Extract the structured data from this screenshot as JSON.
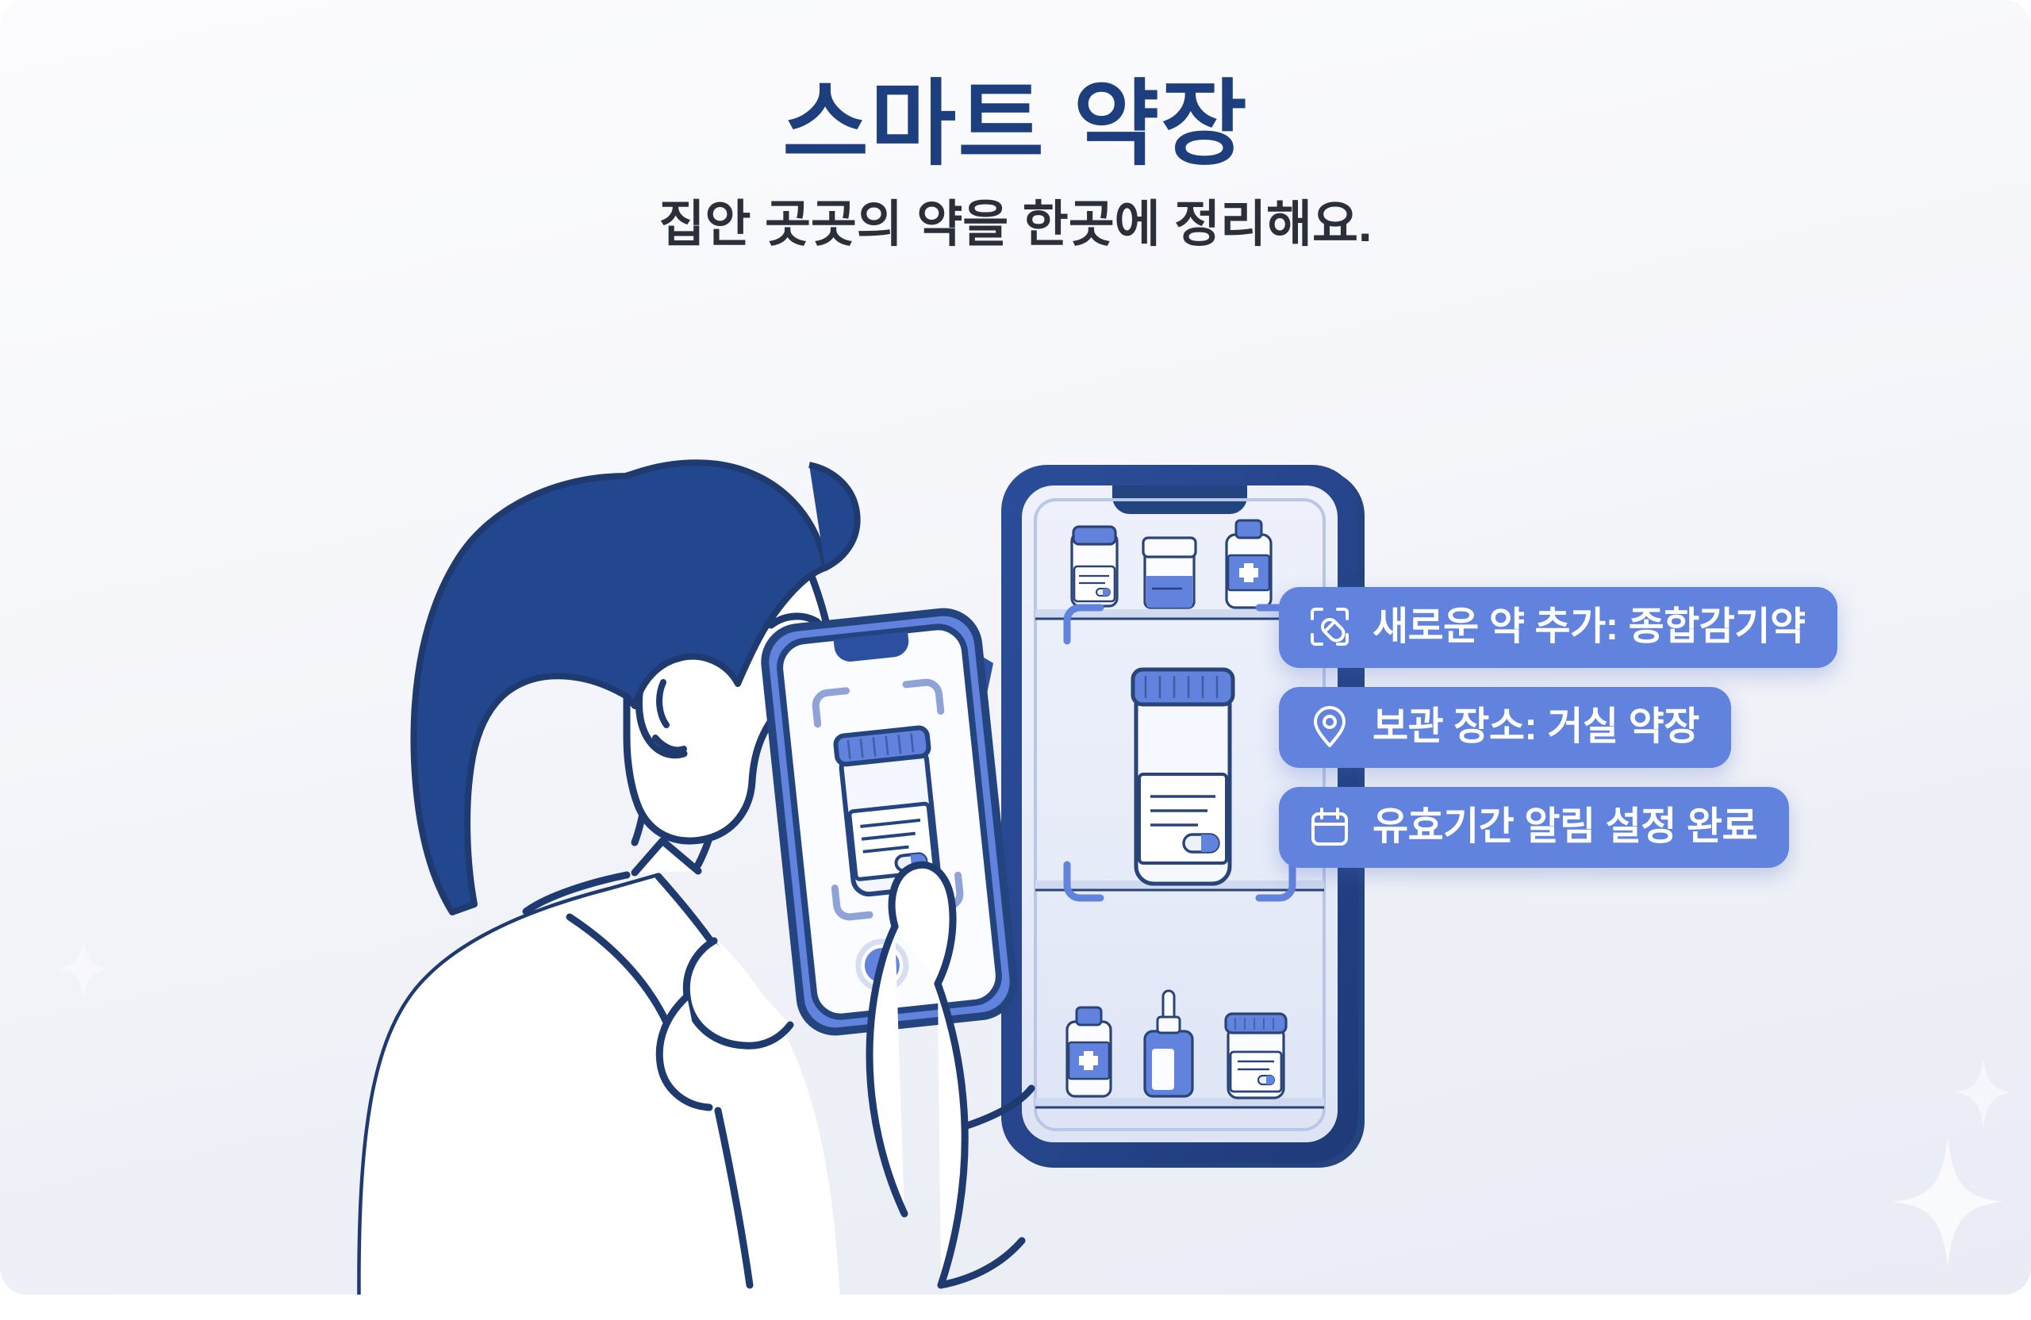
{
  "header": {
    "title": "스마트 약장",
    "subtitle": "집안 곳곳의 약을 한곳에 정리해요.",
    "title_color": "#1e3f7d",
    "subtitle_color": "#2a2f3a"
  },
  "theme": {
    "background": "#ffffff",
    "card_background": "#eef0f7",
    "accent_blue": "#6182dd",
    "line_navy": "#1f3a6e",
    "hair_navy": "#23478f",
    "bottle_blue": "#5f7ed8"
  },
  "badges": [
    {
      "icon": "scan-pill-icon",
      "label": "새로운 약 추가: 종합감기약",
      "color": "#6182dd"
    },
    {
      "icon": "location-pin-icon",
      "label": "보관 장소: 거실 약장",
      "color": "#6182dd"
    },
    {
      "icon": "calendar-icon",
      "label": "유효기간 알림 설정 완료",
      "color": "#6182dd"
    }
  ],
  "illustration": {
    "person": {
      "name": "person-profile",
      "description": "남성 옆모습 라인 아트",
      "hair_color": "#23478f"
    },
    "handheld_phone": {
      "name": "handheld-phone",
      "screen_content": "scanned-pill-bottle",
      "has_scan_frame": true,
      "shutter_button_color": "#5f7ed8"
    },
    "cabinet_phone": {
      "name": "medicine-cabinet-phone",
      "shelves": [
        {
          "name": "top-shelf",
          "items": [
            "labeled-bottle-blue-cap",
            "pill-jar",
            "cross-bottle"
          ]
        },
        {
          "name": "middle-shelf",
          "items": [
            "highlighted-labeled-bottle"
          ],
          "scan_frame": true
        },
        {
          "name": "bottom-shelf",
          "items": [
            "cross-bottle-small",
            "dropper-bottle",
            "labeled-jar-blue-cap"
          ]
        }
      ]
    }
  }
}
